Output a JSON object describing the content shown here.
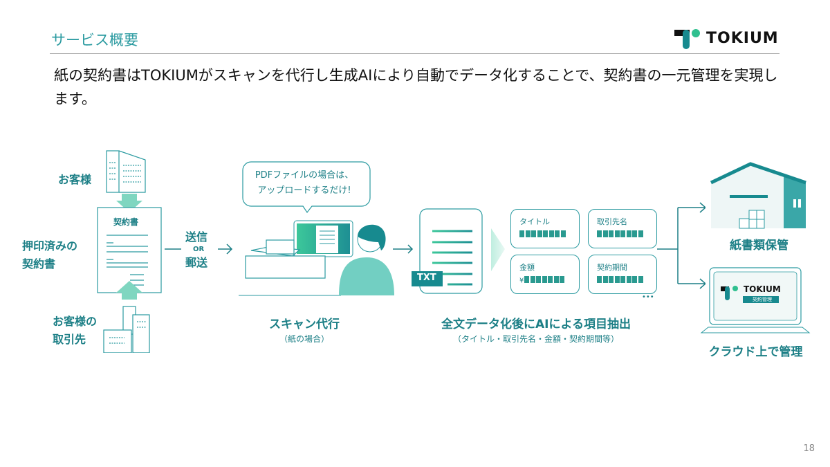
{
  "header": {
    "title": "サービス概要",
    "logo_text": "TOKIUM"
  },
  "lead": "紙の契約書はTOKIUMがスキャンを代行し生成AIにより自動でデータ化することで、契約書の一元管理を実現します。",
  "step1": {
    "customer": "お客様",
    "stamped_line1": "押印済みの",
    "stamped_line2": "契約書",
    "partner_line1": "お客様の",
    "partner_line2": "取引先",
    "doc_title": "契約書"
  },
  "transfer": {
    "send": "送信",
    "or": "OR",
    "mail": "郵送"
  },
  "step2": {
    "bubble_line1": "PDFファイルの場合は、",
    "bubble_line2": "アップロードするだけ!",
    "caption": "スキャン代行",
    "sub": "（紙の場合）"
  },
  "step3": {
    "badge": "TXT",
    "fields": [
      {
        "key": "タイトル",
        "prefix": ""
      },
      {
        "key": "取引先名",
        "prefix": ""
      },
      {
        "key": "金額",
        "prefix": "¥"
      },
      {
        "key": "契約期間",
        "prefix": ""
      }
    ],
    "more": "•••",
    "caption": "全文データ化後にAIによる項目抽出",
    "sub": "（タイトル・取引先名・金額・契約期間等）"
  },
  "step4": {
    "storage": "紙書類保管",
    "cloud": "クラウド上で管理",
    "app_logo": "TOKIUM",
    "app_sub": "契約管理"
  },
  "page_number": "18",
  "colors": {
    "teal": "#1c7f86",
    "green": "#2fc08f",
    "accent": "#2a9aa0"
  }
}
